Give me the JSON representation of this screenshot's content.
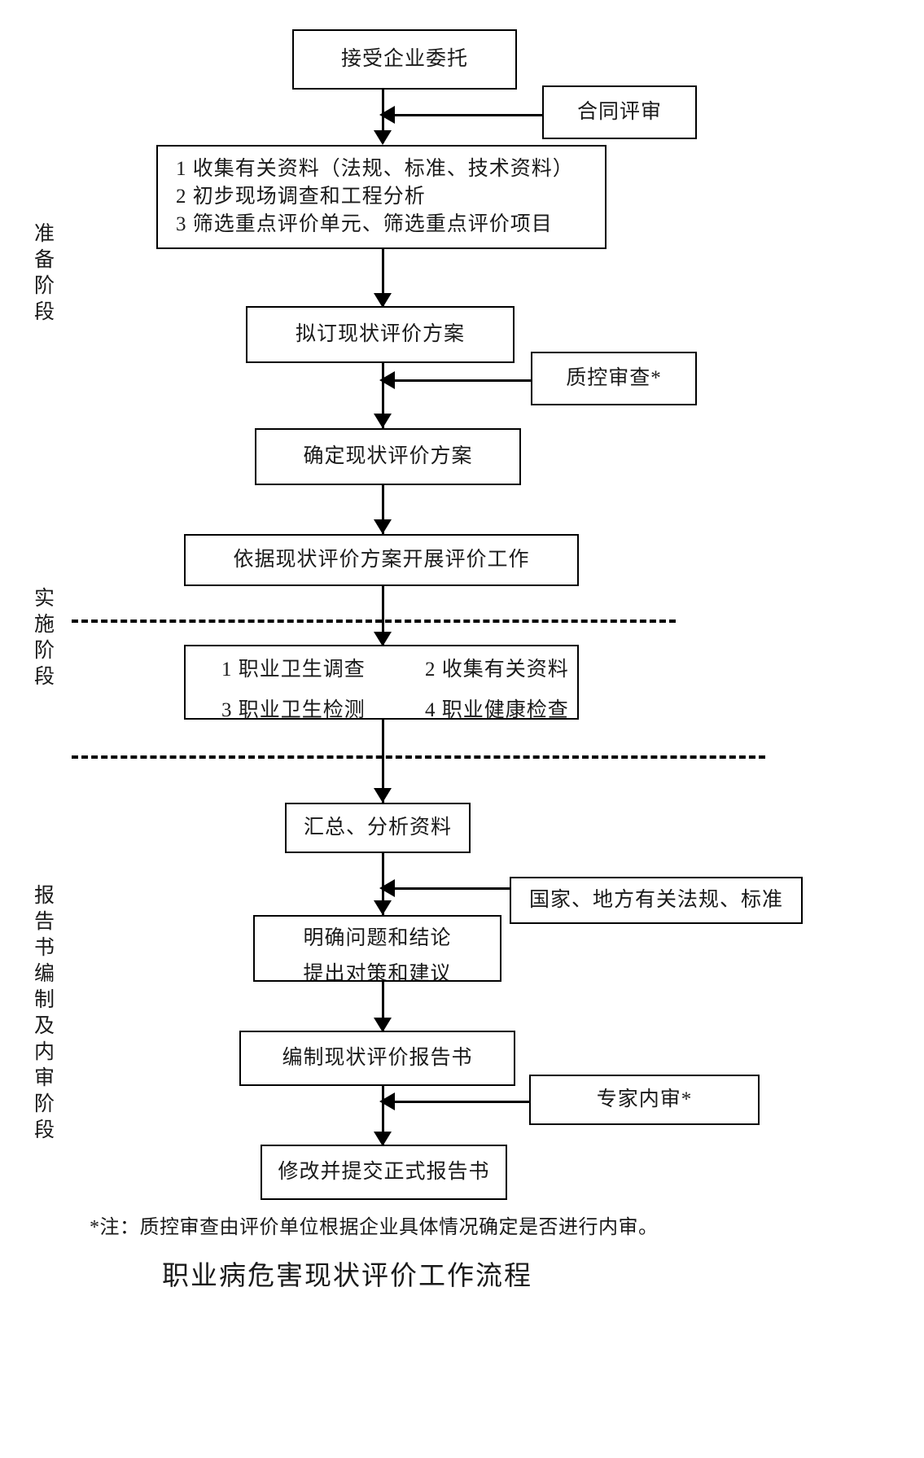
{
  "caption": "职业病危害现状评价工作流程",
  "footnote": "*注：质控审查由评价单位根据企业具体情况确定是否进行内审。",
  "stages": [
    {
      "id": "preparation",
      "label": "准备阶段"
    },
    {
      "id": "implementation",
      "label": "实施阶段"
    },
    {
      "id": "reporting",
      "label": "报告书编制及内审阶段"
    }
  ],
  "nodes": {
    "accept_commission": {
      "label": "接受企业委托"
    },
    "contract_review": {
      "label": "合同评审"
    },
    "collect_block": {
      "line1": "1 收集有关资料（法规、标准、技术资料）",
      "line2": "2 初步现场调查和工程分析",
      "line3": "3 筛选重点评价单元、筛选重点评价项目"
    },
    "draft_plan": {
      "label": "拟订现状评价方案"
    },
    "quality_review": {
      "label": "质控审查*"
    },
    "confirm_plan": {
      "label": "确定现状评价方案"
    },
    "carry_out": {
      "label": "依据现状评价方案开展评价工作"
    },
    "survey_block": {
      "item1": "1 职业卫生调查",
      "item2": "2 收集有关资料",
      "item3": "3 职业卫生检测",
      "item4": "4 职业健康检查"
    },
    "summarize": {
      "label": "汇总、分析资料"
    },
    "regulations": {
      "label": "国家、地方有关法规、标准"
    },
    "conclusions": {
      "line1": "明确问题和结论",
      "line2": "提出对策和建议"
    },
    "compile_report": {
      "label": "编制现状评价报告书"
    },
    "expert_review": {
      "label": "专家内审*"
    },
    "final_report": {
      "label": "修改并提交正式报告书"
    }
  },
  "colors": {
    "line": "#000000",
    "box_border": "#000000",
    "background": "#ffffff",
    "text": "#1a1a1a"
  }
}
